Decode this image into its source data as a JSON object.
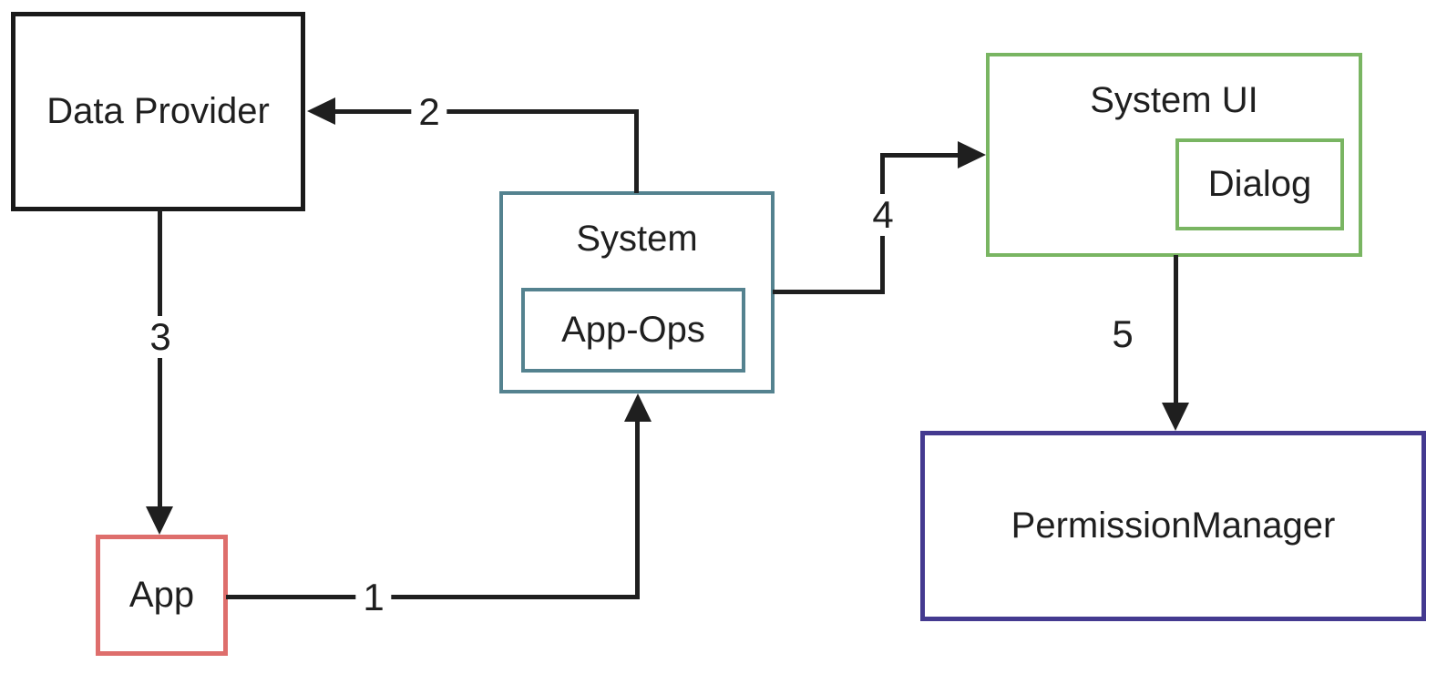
{
  "diagram": {
    "nodes": {
      "data_provider": {
        "label": "Data Provider",
        "border_color": "#1a1a1a"
      },
      "system": {
        "label": "System",
        "border_color": "#54828f"
      },
      "app_ops": {
        "label": "App-Ops",
        "border_color": "#54828f"
      },
      "system_ui": {
        "label": "System UI",
        "border_color": "#79b562"
      },
      "dialog": {
        "label": "Dialog",
        "border_color": "#79b562"
      },
      "app": {
        "label": "App",
        "border_color": "#de6e6c"
      },
      "permission_manager": {
        "label": "PermissionManager",
        "border_color": "#443a90"
      }
    },
    "edges": [
      {
        "label": "1",
        "from": "app",
        "to": "system"
      },
      {
        "label": "2",
        "from": "system",
        "to": "data_provider"
      },
      {
        "label": "3",
        "from": "data_provider",
        "to": "app"
      },
      {
        "label": "4",
        "from": "system",
        "to": "system_ui"
      },
      {
        "label": "5",
        "from": "system_ui",
        "to": "permission_manager"
      }
    ],
    "colors": {
      "background": "#ffffff",
      "line": "#1f1f1f",
      "text": "#1f1f1f"
    }
  }
}
